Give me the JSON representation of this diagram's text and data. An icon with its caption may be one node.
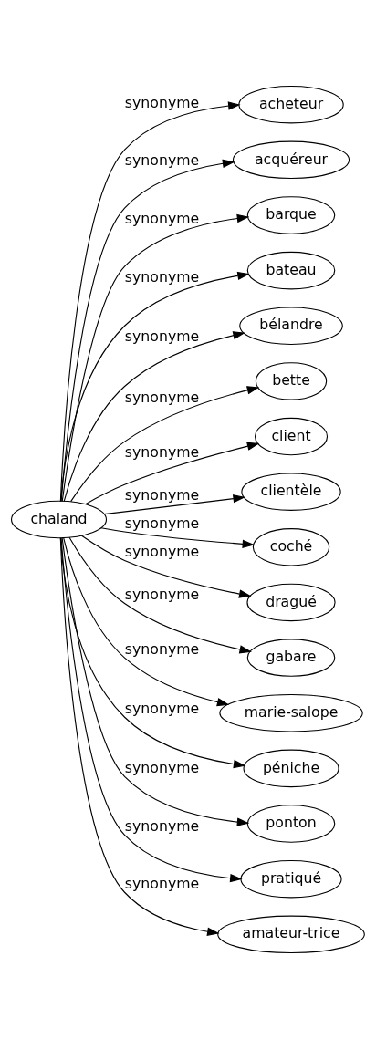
{
  "diagram": {
    "nodes": [
      {
        "text": [
          "chaland"
        ]
      },
      {
        "text": [
          "acheteur"
        ]
      },
      {
        "text": [
          "acquéreur"
        ]
      },
      {
        "text": [
          "barque"
        ]
      },
      {
        "text": [
          "bateau"
        ]
      },
      {
        "text": [
          "bélandre"
        ]
      },
      {
        "text": [
          "bette"
        ]
      },
      {
        "text": [
          "client"
        ]
      },
      {
        "text": [
          "clientèle"
        ]
      },
      {
        "text": [
          "coché"
        ]
      },
      {
        "text": [
          "dragué"
        ]
      },
      {
        "text": [
          "gabare"
        ]
      },
      {
        "text": [
          "marie-salope"
        ]
      },
      {
        "text": [
          "péniche"
        ]
      },
      {
        "text": [
          "ponton"
        ]
      },
      {
        "text": [
          "pratiqué"
        ]
      },
      {
        "text": [
          "amateur-trice"
        ]
      }
    ],
    "edges": [
      {
        "from": 0,
        "to": 1,
        "arrow": "to",
        "label": "synonyme"
      },
      {
        "from": 0,
        "to": 2,
        "arrow": "to",
        "label": "synonyme"
      },
      {
        "from": 0,
        "to": 3,
        "arrow": "to",
        "label": "synonyme"
      },
      {
        "from": 0,
        "to": 4,
        "arrow": "to",
        "label": "synonyme"
      },
      {
        "from": 0,
        "to": 5,
        "arrow": "to",
        "label": "synonyme"
      },
      {
        "from": 0,
        "to": 6,
        "arrow": "to",
        "label": "synonyme"
      },
      {
        "from": 0,
        "to": 7,
        "arrow": "to",
        "label": "synonyme"
      },
      {
        "from": 0,
        "to": 8,
        "arrow": "to",
        "label": "synonyme"
      },
      {
        "from": 0,
        "to": 9,
        "arrow": "to",
        "label": "synonyme"
      },
      {
        "from": 0,
        "to": 10,
        "arrow": "to",
        "label": "synonyme"
      },
      {
        "from": 0,
        "to": 11,
        "arrow": "to",
        "label": "synonyme"
      },
      {
        "from": 0,
        "to": 12,
        "arrow": "to",
        "label": "synonyme"
      },
      {
        "from": 0,
        "to": 13,
        "arrow": "to",
        "label": "synonyme"
      },
      {
        "from": 0,
        "to": 14,
        "arrow": "to",
        "label": "synonyme"
      },
      {
        "from": 0,
        "to": 15,
        "arrow": "to",
        "label": "synonyme"
      },
      {
        "from": 0,
        "to": 16,
        "arrow": "to",
        "label": "synonyme"
      }
    ]
  }
}
